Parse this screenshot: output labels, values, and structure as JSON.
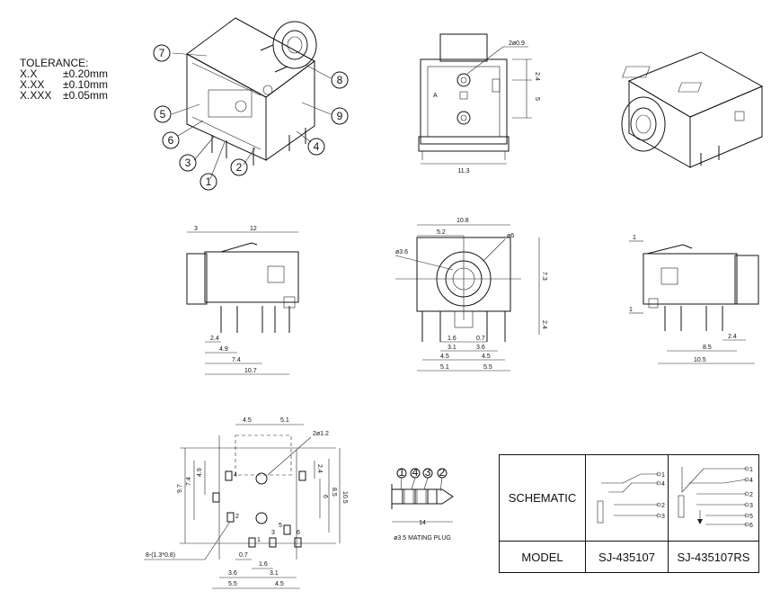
{
  "tolerance": {
    "title": "TOLERANCE:",
    "rows": [
      {
        "fmt": "X.X",
        "value": "±0.20mm"
      },
      {
        "fmt": "X.XX",
        "value": "±0.10mm"
      },
      {
        "fmt": "X.XXX",
        "value": "±0.05mm"
      }
    ]
  },
  "iso_callouts": [
    "7",
    "8",
    "5",
    "9",
    "6",
    "4",
    "3",
    "2",
    "1"
  ],
  "front": {
    "hole_dim": "2ø0.9",
    "dim_24": "2.4",
    "dim_5": "5",
    "width": "11.3",
    "letter": "A"
  },
  "left_view": {
    "dim_3": "3",
    "dim_12": "12",
    "dims_bottom": [
      "2.4",
      "4.9",
      "7.4",
      "10.7"
    ]
  },
  "mid_view": {
    "dim_108": "10.8",
    "dim_52": "5.2",
    "dia_36": "ø3.6",
    "dia_6": "ø6",
    "dim_73": "7.3",
    "dim_24": "2.4",
    "dims_bottom": [
      "1.6",
      "0.7",
      "3.1",
      "3.6",
      "4.5",
      "4.5",
      "5.1",
      "5.5"
    ]
  },
  "right_view": {
    "dim_1a": "1",
    "dim_1b": "1",
    "dims_bottom": [
      "8.5",
      "2.4",
      "10.5"
    ]
  },
  "footprint": {
    "dim_45": "4.5",
    "dim_51": "5.1",
    "holes": "2ø1.2",
    "left_dims": [
      "9.7",
      "7.4",
      "4.9"
    ],
    "right_dims": [
      "2.4",
      "6",
      "8.5",
      "10.5"
    ],
    "bottom_dims": [
      "0.7",
      "1.6",
      "3.6",
      "3.1",
      "5.5",
      "4.5"
    ],
    "pads": [
      "4",
      "2",
      "1",
      "3",
      "5",
      "6"
    ],
    "pad_note": "8-(1.3*0.8)"
  },
  "plug": {
    "ring_labels": [
      "1",
      "4",
      "3",
      "2"
    ],
    "length": "14",
    "caption": "ø3.5 MATING PLUG"
  },
  "table": {
    "schematic_label": "SCHEMATIC",
    "model_label": "MODEL",
    "model_a": "SJ-435107",
    "model_b": "SJ-435107RS",
    "sch_a_pins": [
      "1",
      "4",
      "2",
      "3"
    ],
    "sch_b_pins": [
      "1",
      "4",
      "2",
      "3",
      "5",
      "6"
    ]
  }
}
